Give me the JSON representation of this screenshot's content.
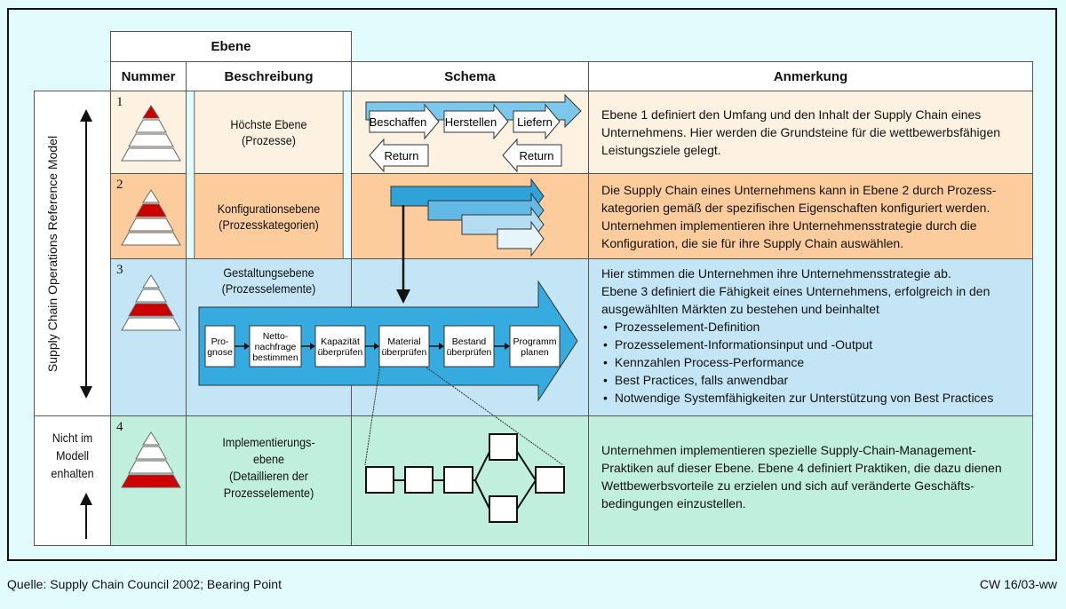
{
  "header": {
    "ebene": "Ebene",
    "columns": [
      "Nummer",
      "Beschreibung",
      "Schema",
      "Anmerkung"
    ]
  },
  "left_labels": {
    "scor": "Supply Chain Operations Reference Model",
    "not_in_model": [
      "Nicht im",
      "Modell",
      "enhalten"
    ]
  },
  "rows": [
    {
      "number": "1",
      "highlight_level": 1,
      "description": [
        "Höchste Ebene",
        "(Prozesse)"
      ],
      "note": [
        "Ebene 1 definiert den Umfang und den Inhalt der Supply Chain eines Unternehmens. Hier werden die Grundsteine für die wettbewerbsfähigen Leistungsziele gelegt."
      ],
      "color": "#fdf1e1"
    },
    {
      "number": "2",
      "highlight_level": 2,
      "description": [
        "Konfigurationsebene",
        "(Prozesskategorien)"
      ],
      "note": [
        "Die Supply Chain eines Unternehmens kann in Ebene 2 durch Prozess-kategorien gemäß der spezifischen Eigenschaften konfiguriert werden. Unternehmen implementieren ihre Unternehmensstrategie durch die Konfiguration, die sie für ihre Supply Chain auswählen."
      ],
      "color": "#fdcc9c"
    },
    {
      "number": "3",
      "highlight_level": 3,
      "description": [
        "Gestaltungsebene",
        "(Prozesselemente)"
      ],
      "note": [
        "Hier stimmen die Unternehmen ihre Unternehmensstrategie ab.",
        "Ebene 3 definiert die Fähigkeit eines Unternehmens, erfolgreich in den ausgewählten Märkten zu bestehen und beinhaltet"
      ],
      "bullets": [
        "Prozesselement-Definition",
        "Prozesselement-Informationsinput und -Output",
        "Kennzahlen Process-Performance",
        "Best Practices, falls anwendbar",
        "Notwendige Systemfähigkeiten zur Unterstützung von Best Practices"
      ],
      "color": "#c3e5f5"
    },
    {
      "number": "4",
      "highlight_level": 4,
      "description": [
        "Implementierungs-",
        "ebene",
        "(Detaillieren der",
        "Prozesselemente)"
      ],
      "note": [
        "Unternehmen implementieren spezielle Supply-Chain-Management-Praktiken auf dieser Ebene. Ebene 4 definiert Praktiken, die dazu dienen Wettbewerbsvorteile zu erzielen und sich auf veränderte Geschäfts-bedingungen einzustellen."
      ],
      "color": "#c1efdd"
    }
  ],
  "schema": {
    "level1": {
      "processes": [
        "Beschaffen",
        "Herstellen",
        "Liefern"
      ],
      "returns": [
        "Return",
        "Return"
      ]
    },
    "level3": {
      "elements": [
        [
          "Pro-",
          "gnose"
        ],
        [
          "Netto-",
          "nachfrage",
          "bestimmen"
        ],
        [
          "Kapazität",
          "überprüfen"
        ],
        [
          "Material",
          "überprüfen"
        ],
        [
          "Bestand",
          "überprüfen"
        ],
        [
          "Programm",
          "planen"
        ]
      ]
    }
  },
  "footer": {
    "source": "Quelle: Supply Chain Council 2002; Bearing Point",
    "code": "CW 16/03-ww"
  },
  "colors": {
    "red": "#cc0000",
    "arrow_blue": "#36abe0"
  }
}
